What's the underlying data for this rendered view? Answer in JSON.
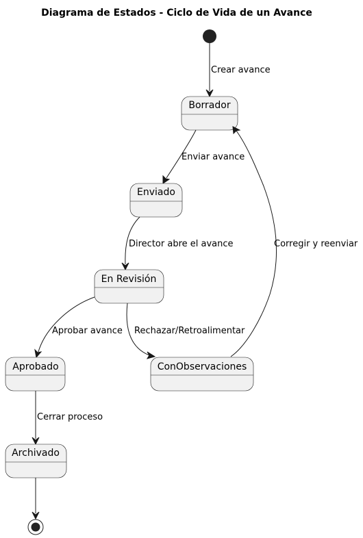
{
  "title": "Diagrama de Estados - Ciclo de Vida de un Avance",
  "states": {
    "borrador": "Borrador",
    "enviado": "Enviado",
    "en_revision": "En Revisión",
    "aprobado": "Aprobado",
    "con_observaciones": "ConObservaciones",
    "archivado": "Archivado"
  },
  "transitions": {
    "crear": "Crear avance",
    "enviar": "Enviar avance",
    "abrir": "Director abre el avance",
    "aprobar": "Aprobar avance",
    "rechazar": "Rechazar/Retroalimentar",
    "corregir": "Corregir y reenviar",
    "cerrar": "Cerrar proceso"
  },
  "colors": {
    "state_fill": "#f1f1f1",
    "stroke": "#181818",
    "text": "#000000"
  }
}
